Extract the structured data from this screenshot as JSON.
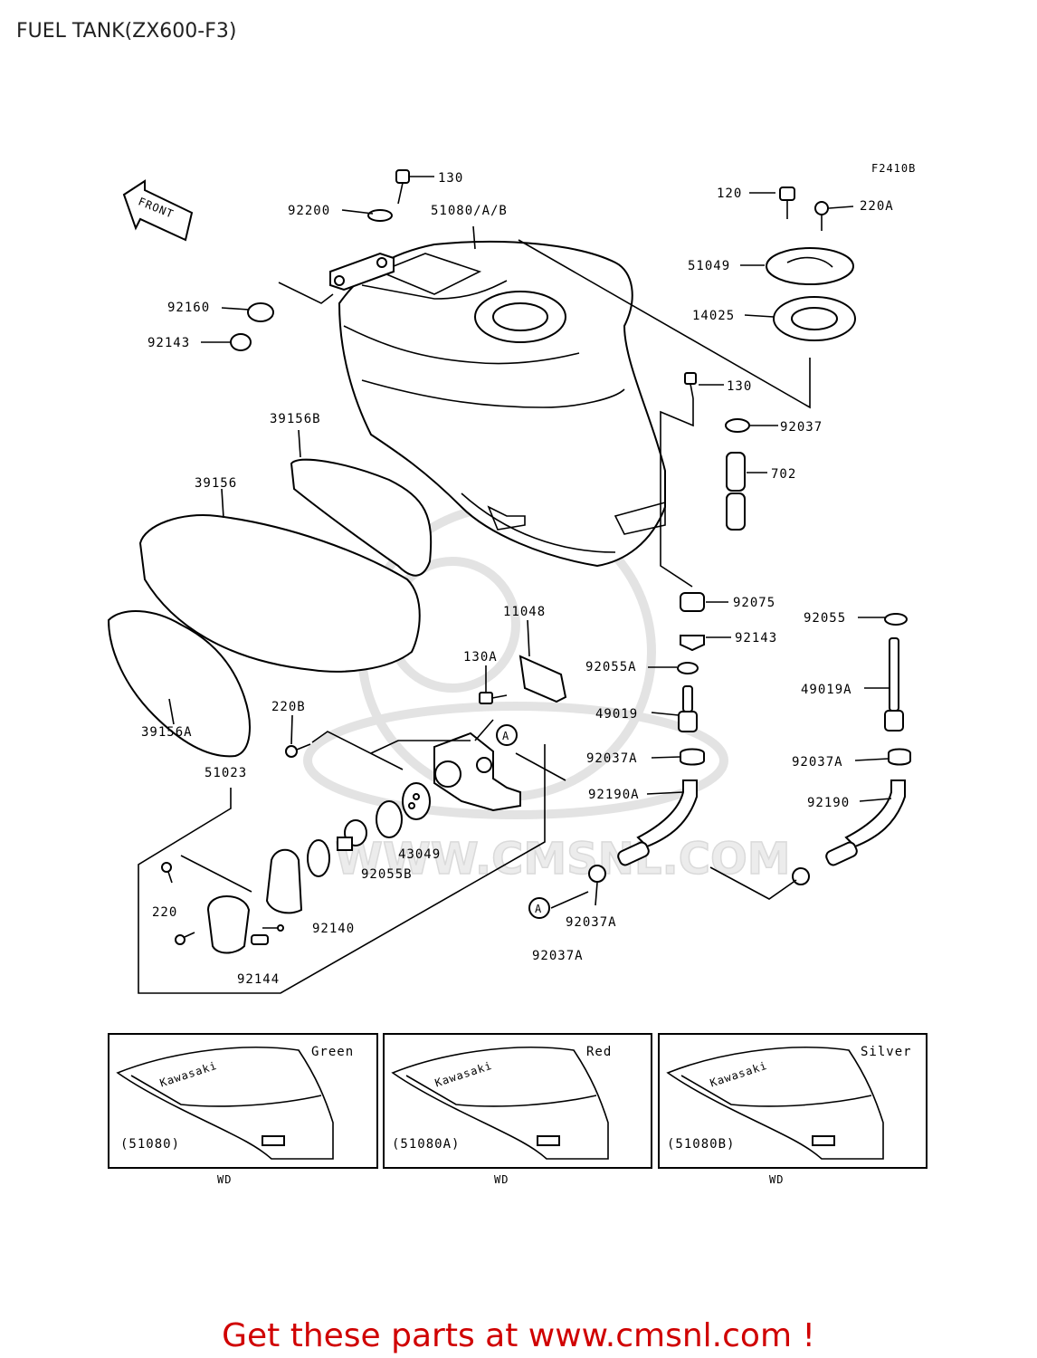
{
  "header": {
    "title": "FUEL TANK(ZX600-F3)"
  },
  "figure_code": "F2410B",
  "front_arrow_label": "FRONT",
  "callouts": {
    "c130_top": "130",
    "c92200": "92200",
    "c51080AB": "51080/A/B",
    "c120": "120",
    "c220A": "220A",
    "c51049": "51049",
    "c14025": "14025",
    "c92160": "92160",
    "c92143_left": "92143",
    "c130_right": "130",
    "c92037": "92037",
    "c702": "702",
    "c39156B": "39156B",
    "c39156": "39156",
    "c92075": "92075",
    "c92055": "92055",
    "c92143_right": "92143",
    "c11048": "11048",
    "c130A": "130A",
    "c92055A": "92055A",
    "c49019A": "49019A",
    "c49019": "49019",
    "c220B": "220B",
    "c39156A": "39156A",
    "c92037A_1": "92037A",
    "c92037A_2": "92037A",
    "c51023": "51023",
    "c92190A": "92190A",
    "c92190": "92190",
    "c43049": "43049",
    "c92055B": "92055B",
    "c220": "220",
    "c92140": "92140",
    "c92037A_3": "92037A",
    "c92144": "92144",
    "c92037A_4": "92037A",
    "ref_A1": "A",
    "ref_A2": "A"
  },
  "variants": [
    {
      "color": "Green",
      "part": "(51080)",
      "note": "WD"
    },
    {
      "color": "Red",
      "part": "(51080A)",
      "note": "WD"
    },
    {
      "color": "Silver",
      "part": "(51080B)",
      "note": "WD"
    }
  ],
  "brand_logo_text": "Kawasaki",
  "watermark": {
    "text": "WWW.CMSNL.COM"
  },
  "footer": {
    "promo": "Get these parts at www.cmsnl.com !"
  }
}
